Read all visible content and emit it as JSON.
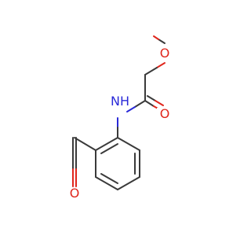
{
  "molecule": {
    "atoms": {
      "methoxy_o": "O",
      "carbonyl_o": "O",
      "amide_n": "NH",
      "aldehyde_o": "O"
    },
    "colors": {
      "carbon_bond": "#3a3a3a",
      "oxygen": "#e0261c",
      "nitrogen": "#2a2ad8"
    }
  }
}
